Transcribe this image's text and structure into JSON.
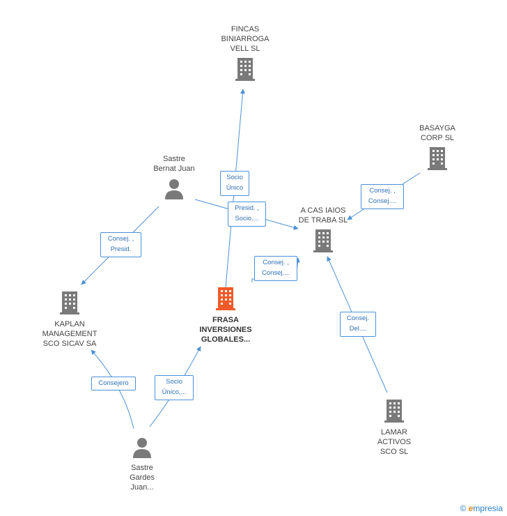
{
  "nodes": {
    "fincas": {
      "label": "FINCAS\nBINIARROGA\nVELL  SL",
      "type": "company"
    },
    "basayga": {
      "label": "BASAYGA\nCORP SL",
      "type": "company"
    },
    "sastre_bernat": {
      "label": "Sastre\nBernat Juan",
      "type": "person"
    },
    "acas": {
      "label": "A CAS IAIOS\nDE TRABA SL",
      "type": "company"
    },
    "kaplan": {
      "label": "KAPLAN\nMANAGEMENT\nSCO SICAV SA",
      "type": "company"
    },
    "frasa": {
      "label": "FRASA\nINVERSIONES\nGLOBALES...",
      "type": "company-focus"
    },
    "lamar": {
      "label": "LAMAR\nACTIVOS\nSCO SL",
      "type": "company"
    },
    "sastre_gardes": {
      "label": "Sastre\nGardes\nJuan...",
      "type": "person"
    }
  },
  "edge_labels": {
    "socio_unico": "Socio\nÚnico",
    "presid_socio": "Presid. ,\nSocio....",
    "consej_consej_basayga": "Consej. ,\nConsej....",
    "consej_presid": "Consej. ,\nPresid.",
    "consej_consej_frasa": "Consej. ,\nConsej....",
    "consej_del": "Consej.\nDel....",
    "consejero": "Consejero",
    "socio_unico_gardes": "Socio\nÚnico,..."
  },
  "brand": {
    "copyright": "©",
    "name_initial": "e",
    "name_rest": "mpresia"
  },
  "colors": {
    "edge": "#4a90d9",
    "icon": "#7a7a7a",
    "focus": "#f05a28",
    "label_border": "#4a90d9"
  }
}
